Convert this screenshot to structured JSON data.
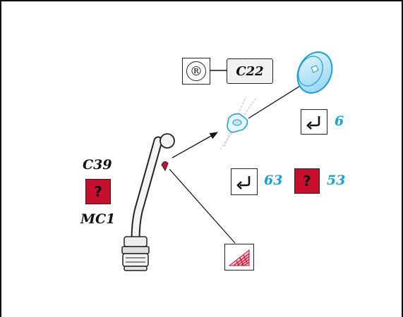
{
  "labels": {
    "registration_code": "C22",
    "left_top_code": "C39",
    "left_bottom_code": "MC1",
    "circled_symbol": "®"
  },
  "values": {
    "value_six": "6",
    "value_sixty_three": "63",
    "value_fifty_three": "53"
  },
  "question_mark": "?",
  "icons": [
    "registered-icon",
    "return-arrow-icon",
    "question-icon",
    "hatched-material-icon",
    "headlamp-icon",
    "lens-icon",
    "gear-lever-icon"
  ],
  "colors": {
    "accent_blue": "#1aa0d8",
    "warning_red": "#c8102e",
    "line_dark": "#111111"
  }
}
